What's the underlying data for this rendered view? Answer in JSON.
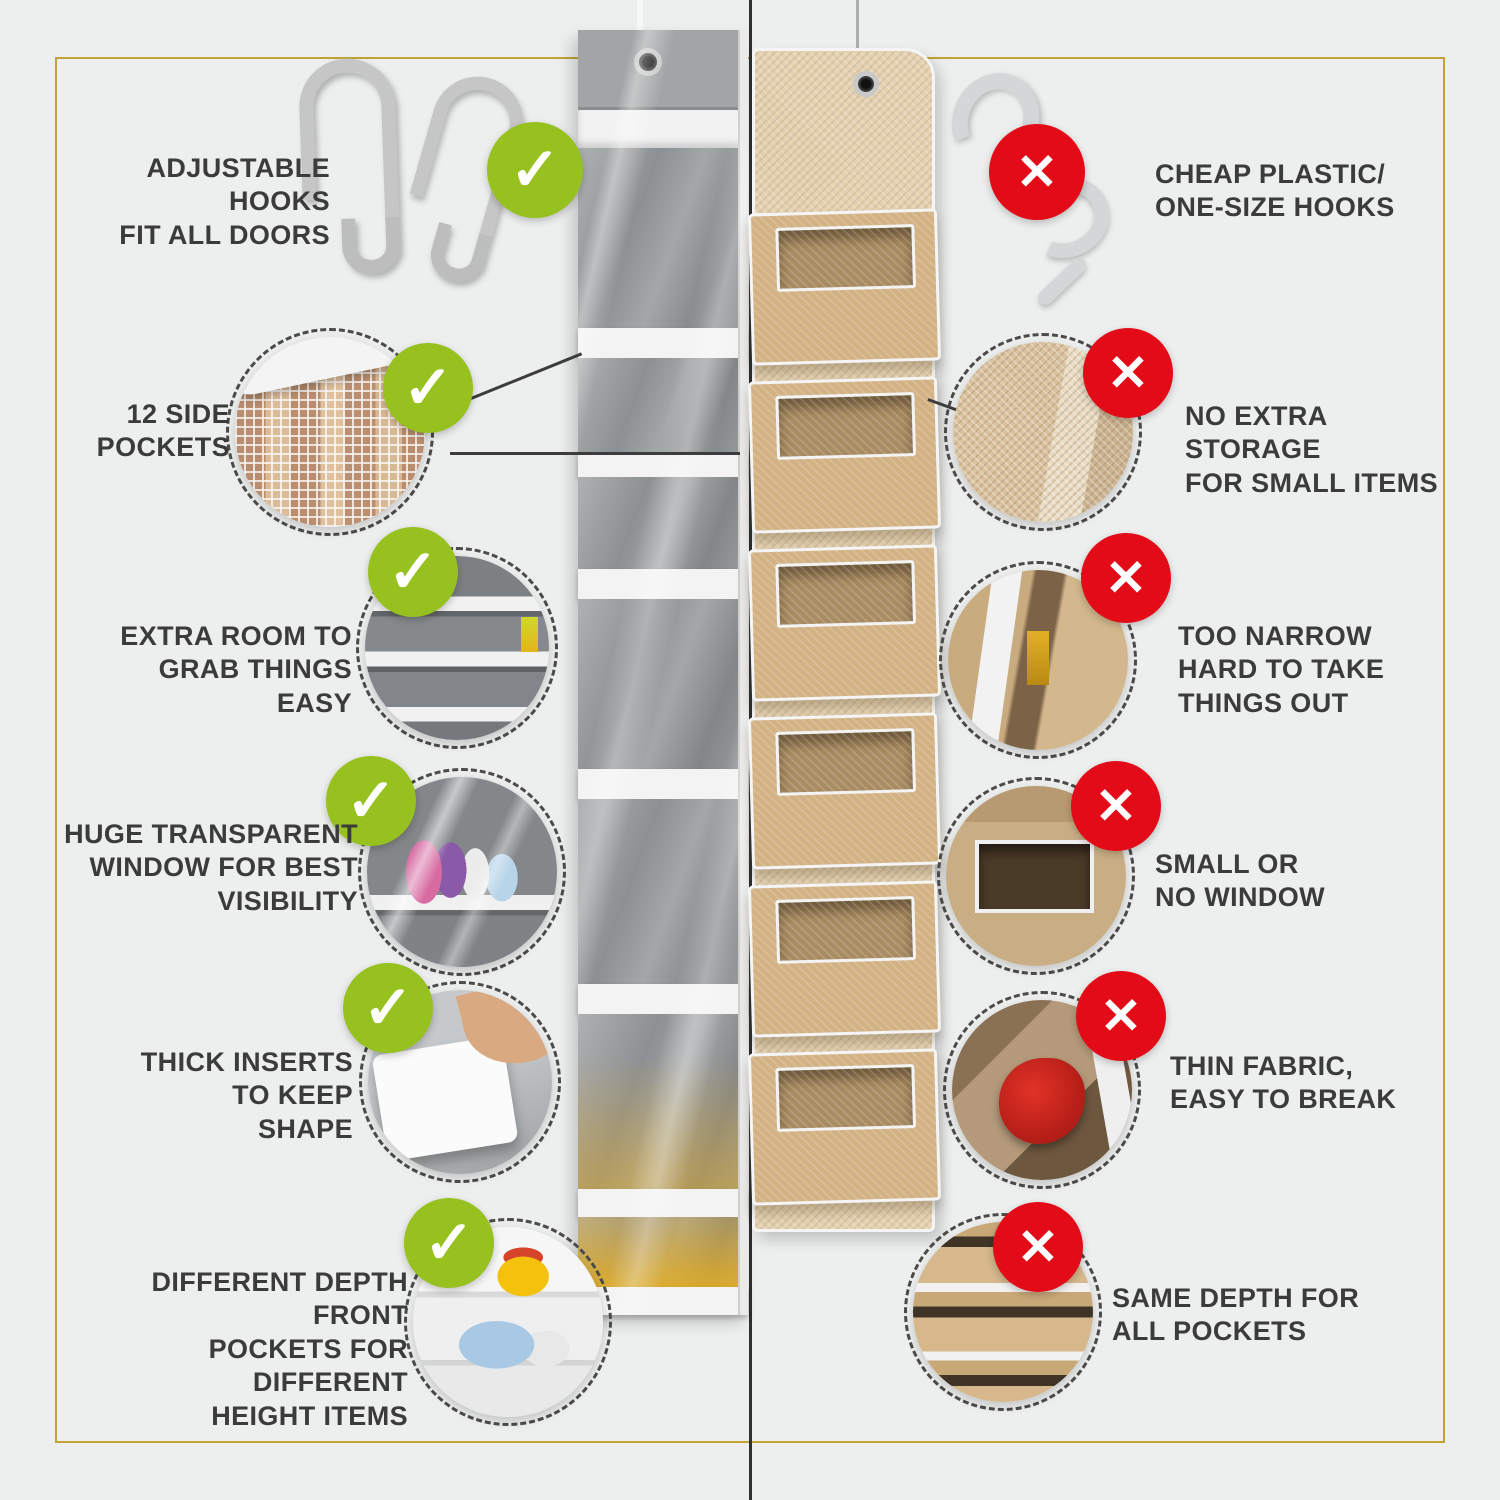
{
  "title": "Over-door organizer comparison infographic",
  "colors": {
    "background": "#edefef",
    "frame_gold": "#c2a233",
    "check_green": "#97c11f",
    "cross_red": "#e30b17",
    "text": "#3b3b3a",
    "left_organizer_fabric": "#9b9e9f",
    "right_organizer_fabric": "#d2b183"
  },
  "icons": {
    "check": "✓",
    "cross": "✕"
  },
  "left_column": {
    "verdict": "check",
    "features": [
      {
        "id": "adjustable-hooks",
        "label": "ADJUSTABLE HOOKS\nFIT ALL DOORS"
      },
      {
        "id": "side-pockets",
        "label": "12 SIDE\nPOCKETS"
      },
      {
        "id": "extra-room",
        "label": "EXTRA ROOM TO\nGRAB THINGS EASY"
      },
      {
        "id": "transparent-window",
        "label": "HUGE TRANSPARENT\nWINDOW FOR BEST\nVISIBILITY"
      },
      {
        "id": "thick-inserts",
        "label": "THICK INSERTS\nTO KEEP SHAPE"
      },
      {
        "id": "different-depth",
        "label": "DIFFERENT DEPTH FRONT\nPOCKETS FOR DIFFERENT\nHEIGHT ITEMS"
      }
    ]
  },
  "right_column": {
    "verdict": "cross",
    "features": [
      {
        "id": "cheap-hooks",
        "label": "CHEAP PLASTIC/\nONE-SIZE HOOKS"
      },
      {
        "id": "no-extra-storage",
        "label": "NO EXTRA STORAGE\nFOR SMALL ITEMS"
      },
      {
        "id": "too-narrow",
        "label": "TOO NARROW\nHARD TO TAKE\nTHINGS OUT"
      },
      {
        "id": "small-window",
        "label": "SMALL OR\nNO WINDOW"
      },
      {
        "id": "thin-fabric",
        "label": "THIN FABRIC,\nEASY TO BREAK"
      },
      {
        "id": "same-depth",
        "label": "SAME DEPTH FOR\nALL POCKETS"
      }
    ]
  }
}
